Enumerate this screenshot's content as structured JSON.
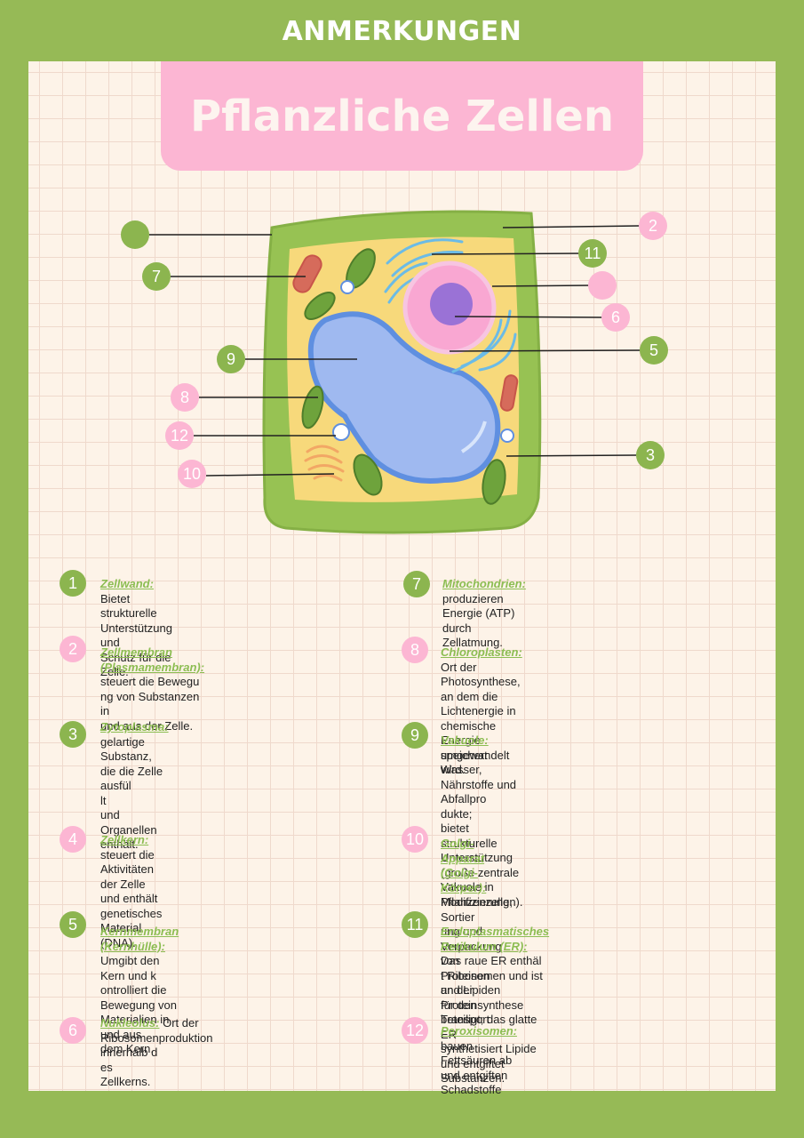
{
  "header": {
    "title": "ANMERKUNGEN"
  },
  "banner": {
    "title": "Pflanzliche Zellen"
  },
  "diagram_labels": [
    {
      "number": "",
      "color": "green"
    },
    {
      "number": "2",
      "color": "pink"
    },
    {
      "number": "11",
      "color": "green"
    },
    {
      "number": "7",
      "color": "green"
    },
    {
      "number": "",
      "color": "pink"
    },
    {
      "number": "6",
      "color": "pink"
    },
    {
      "number": "9",
      "color": "green"
    },
    {
      "number": "5",
      "color": "green"
    },
    {
      "number": "8",
      "color": "pink"
    },
    {
      "number": "12",
      "color": "pink"
    },
    {
      "number": "3",
      "color": "green"
    },
    {
      "number": "10",
      "color": "pink"
    }
  ],
  "legend": [
    {
      "number": "1",
      "color": "green",
      "term": "Zellwand:",
      "text": " Bietet strukturelle Unterstützung und\nSchutz für die Zelle."
    },
    {
      "number": "2",
      "color": "pink",
      "term": "Zellmembran (Plasmamembran):",
      "text": " steuert die Bewegu\nng von Substanzen in\nund aus der Zelle."
    },
    {
      "number": "3",
      "color": "green",
      "term": "Zytoplasma:",
      "text": " gelartige Substanz, die die Zelle ausfül\nlt\nund Organellen enthält."
    },
    {
      "number": "4",
      "color": "pink",
      "term": "Zellkern:",
      "text": " steuert die Aktivitäten der Zelle und enthält\ngenetisches Material (DNA)."
    },
    {
      "number": "5",
      "color": "green",
      "term": "Kernmembran (Kernhülle):",
      "text": " Umgibt den Kern und k\nontrolliert die\nBewegung von Materialien in und aus\ndem Kern."
    },
    {
      "number": "6",
      "color": "pink",
      "term": "Nukleolus:",
      "text": " Ort der Ribosomenproduktion innerhalb d\nes\nZellkerns."
    },
    {
      "number": "7",
      "color": "green",
      "term": "Mitochondrien:",
      "text": " produzieren Energie (ATP) durch\nZellatmung."
    },
    {
      "number": "8",
      "color": "pink",
      "term": "Chloroplasten:",
      "text": " Ort der Photosynthese, an dem die\nLichtenergie in chemische Energie\numgewandelt wird."
    },
    {
      "number": "9",
      "color": "green",
      "term": "Vakuole:",
      "text": " speichert Wasser, Nährstoffe und Abfallpro\ndukte;\nbietet strukturelle Unterstützung (große zentrale\nVakuole in Pflanzenzellen)."
    },
    {
      "number": "10",
      "color": "pink",
      "term": "Golgi-Apparat (Golgi-Körper):",
      "text": " Modifizierung, Sortier\nung und Verpackung von\nProteinen und Lipiden für den Transport"
    },
    {
      "number": "11",
      "color": "green",
      "term": "Endoplasmatisches Retikulum (ER):",
      "text": " Das raue ER enthäl\nt Ribosomen und ist an der\nProteinsynthese beteiligt; das glatte ER\nsynthetisiert Lipide und entgiftet Substanzen."
    },
    {
      "number": "12",
      "color": "pink",
      "term": "Peroxisomen:",
      "text": " bauen Fettsäuren ab und entgiften\nSchadstoffe"
    }
  ]
}
